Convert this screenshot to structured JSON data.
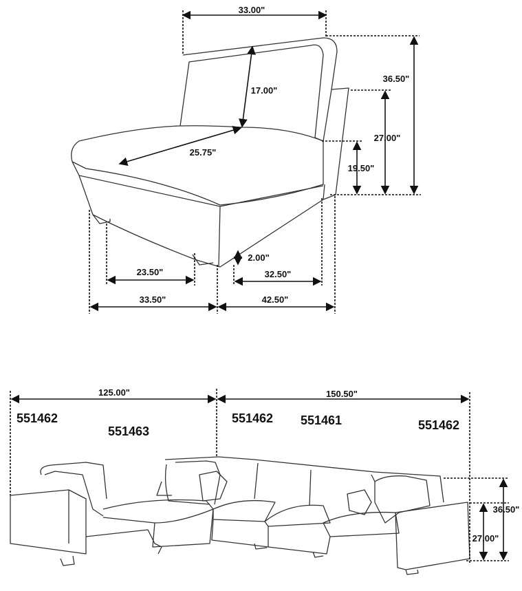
{
  "chair_dimensions": {
    "overall_width": "33.00\"",
    "overall_height": "36.50\"",
    "back_height": "17.00\"",
    "arm_height": "27.00\"",
    "seat_depth": "25.75\"",
    "seat_height": "19.50\"",
    "leg_height": "2.00\"",
    "inner_width": "23.50\"",
    "inner_depth": "32.50\"",
    "base_width": "33.50\"",
    "base_depth": "42.50\""
  },
  "sectional_dimensions": {
    "left_length": "125.00\"",
    "right_length": "150.50\"",
    "overall_height": "36.50\"",
    "arm_height": "27.00\""
  },
  "sku_labels": [
    "551462",
    "551463",
    "551462",
    "551461",
    "551462"
  ],
  "colors": {
    "line": "#111111",
    "outline": "#333333",
    "background": "#ffffff"
  }
}
